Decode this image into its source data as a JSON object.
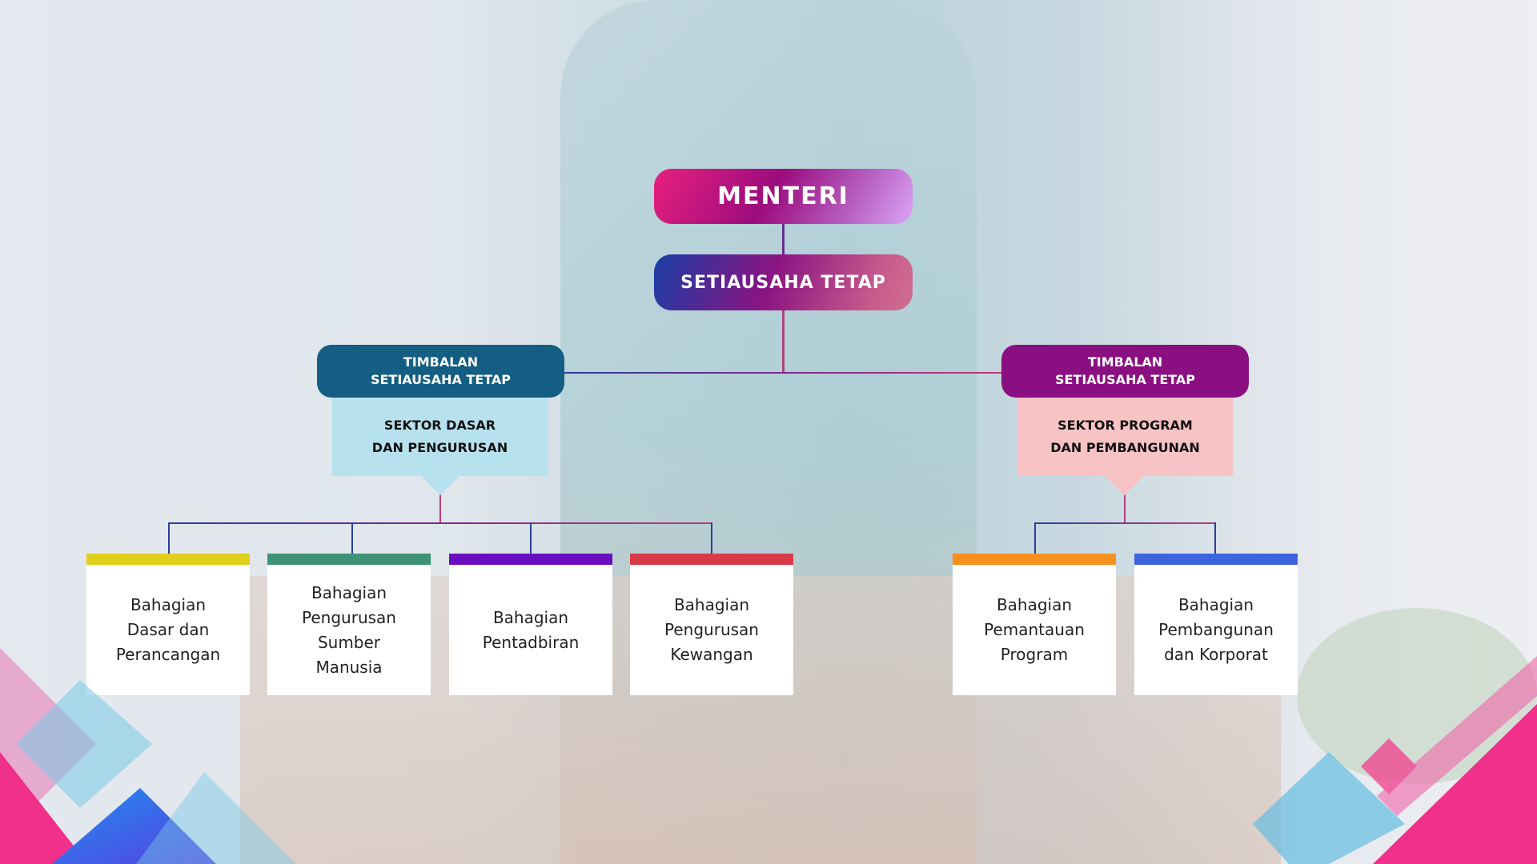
{
  "menteri": "MENTERI",
  "setiausaha": "SETIAUSAHA TETAP",
  "left": {
    "title": [
      "TIMBALAN",
      "SETIAUSAHA TETAP"
    ],
    "sector": [
      "SEKTOR DASAR",
      "DAN PENGURUSAN"
    ],
    "color": "#135e82",
    "divisions": [
      {
        "lines": [
          "Bahagian",
          "Dasar dan",
          "Perancangan"
        ],
        "color": "#e2cf1c"
      },
      {
        "lines": [
          "Bahagian",
          "Pengurusan",
          "Sumber",
          "Manusia"
        ],
        "color": "#3f9275"
      },
      {
        "lines": [
          "Bahagian",
          "Pentadbiran"
        ],
        "color": "#6a0fbf"
      },
      {
        "lines": [
          "Bahagian",
          "Pengurusan",
          "Kewangan"
        ],
        "color": "#d93a4a"
      }
    ]
  },
  "right": {
    "title": [
      "TIMBALAN",
      "SETIAUSAHA TETAP"
    ],
    "sector": [
      "SEKTOR PROGRAM",
      "DAN PEMBANGUNAN"
    ],
    "color": "#8a0f80",
    "divisions": [
      {
        "lines": [
          "Bahagian",
          "Pemantauan",
          "Program"
        ],
        "color": "#f7911e"
      },
      {
        "lines": [
          "Bahagian",
          "Pembangunan",
          "dan Korporat"
        ],
        "color": "#3f64e0"
      }
    ]
  }
}
